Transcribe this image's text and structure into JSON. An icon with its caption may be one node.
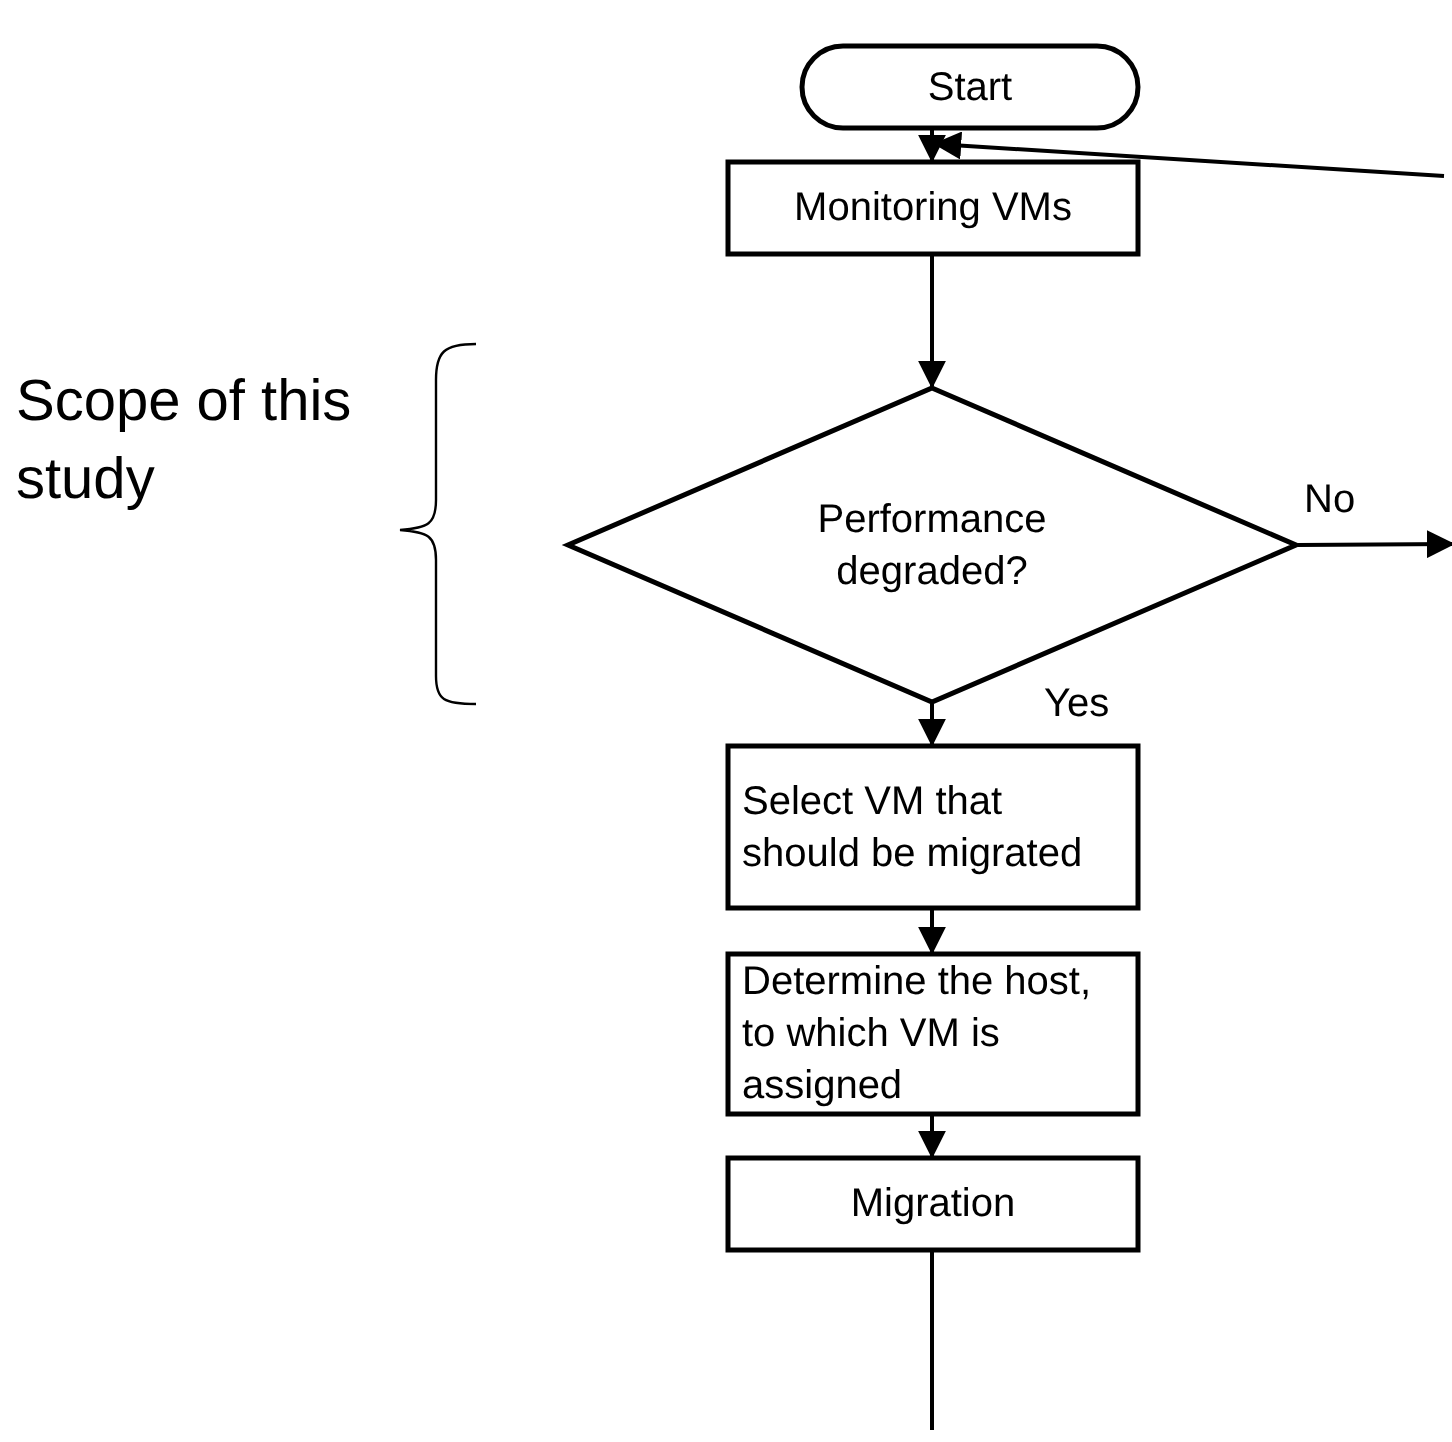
{
  "diagram": {
    "nodes": [
      {
        "text": [
          "Start"
        ]
      },
      {
        "text": [
          "Monitoring VMs"
        ]
      },
      {
        "text": [
          "Performance degraded?"
        ]
      },
      {
        "text": [
          "Select VM that should be migrated"
        ]
      },
      {
        "text": [
          "Determine the host, to which VM is assigned"
        ]
      },
      {
        "text": [
          "Migration"
        ]
      }
    ],
    "edges": [
      {
        "from": 0,
        "to": 1,
        "arrow": "to"
      },
      {
        "from": 1,
        "to": 2,
        "arrow": "to"
      },
      {
        "from": 2,
        "to": 3,
        "arrow": "to",
        "label": "Yes"
      },
      {
        "from": 3,
        "to": 4,
        "arrow": "to"
      },
      {
        "from": 4,
        "to": 5,
        "arrow": "to"
      },
      {
        "from": 2,
        "to": null,
        "arrow": "to",
        "label": "No"
      },
      {
        "from": null,
        "to": 1,
        "arrow": "to"
      },
      {
        "from": 5,
        "to": null,
        "arrow": "none"
      }
    ],
    "labels": [
      "Scope of this study"
    ]
  }
}
